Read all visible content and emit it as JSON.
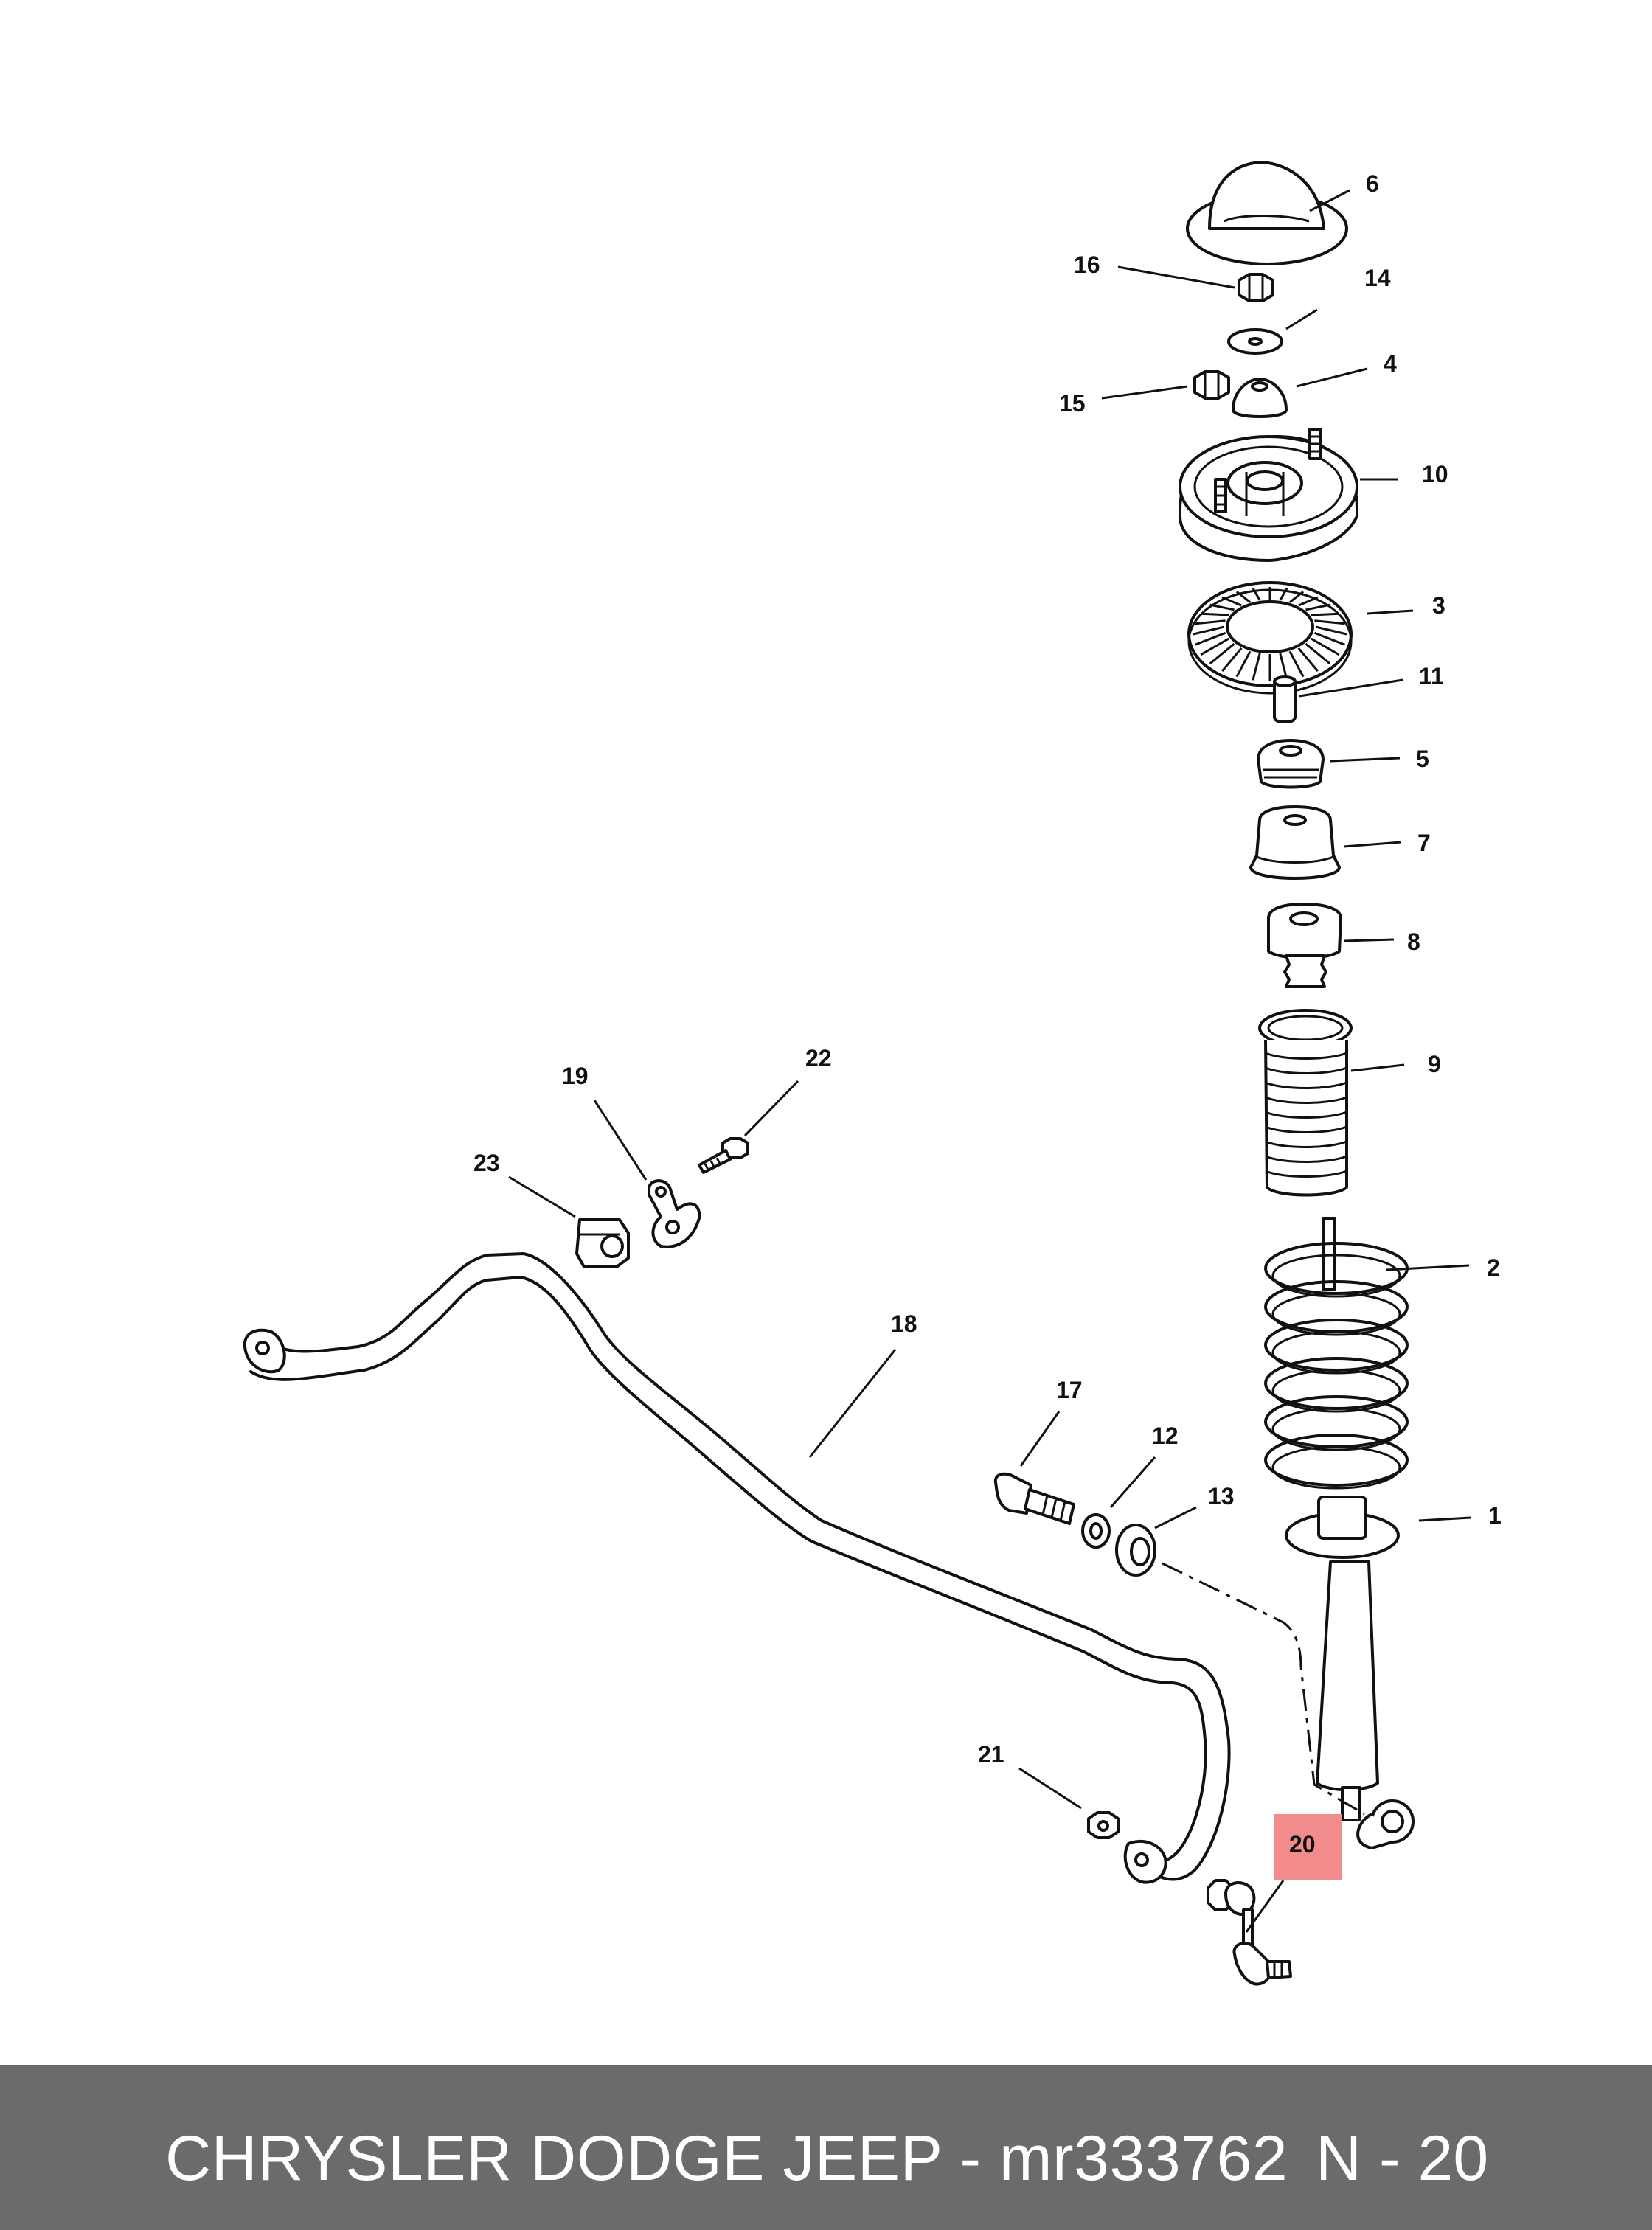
{
  "callouts": [
    {
      "id": "c6",
      "text": "6"
    },
    {
      "id": "c16",
      "text": "16"
    },
    {
      "id": "c14",
      "text": "14"
    },
    {
      "id": "c4",
      "text": "4"
    },
    {
      "id": "c15",
      "text": "15"
    },
    {
      "id": "c10",
      "text": "10"
    },
    {
      "id": "c3",
      "text": "3"
    },
    {
      "id": "c11",
      "text": "11"
    },
    {
      "id": "c5",
      "text": "5"
    },
    {
      "id": "c7",
      "text": "7"
    },
    {
      "id": "c8",
      "text": "8"
    },
    {
      "id": "c9",
      "text": "9"
    },
    {
      "id": "c2",
      "text": "2"
    },
    {
      "id": "c22",
      "text": "22"
    },
    {
      "id": "c19",
      "text": "19"
    },
    {
      "id": "c23",
      "text": "23"
    },
    {
      "id": "c18",
      "text": "18"
    },
    {
      "id": "c17",
      "text": "17"
    },
    {
      "id": "c12",
      "text": "12"
    },
    {
      "id": "c13",
      "text": "13"
    },
    {
      "id": "c1",
      "text": "1"
    },
    {
      "id": "c21",
      "text": "21"
    },
    {
      "id": "c20",
      "text": "20"
    }
  ],
  "highlight": {
    "label": "20",
    "color": "#f28c8c"
  },
  "footer": {
    "title": "CHRYSLER DODGE JEEP - mr333762",
    "code": "N - 20",
    "background": "#6b6b6b",
    "text_color": "#ffffff"
  }
}
